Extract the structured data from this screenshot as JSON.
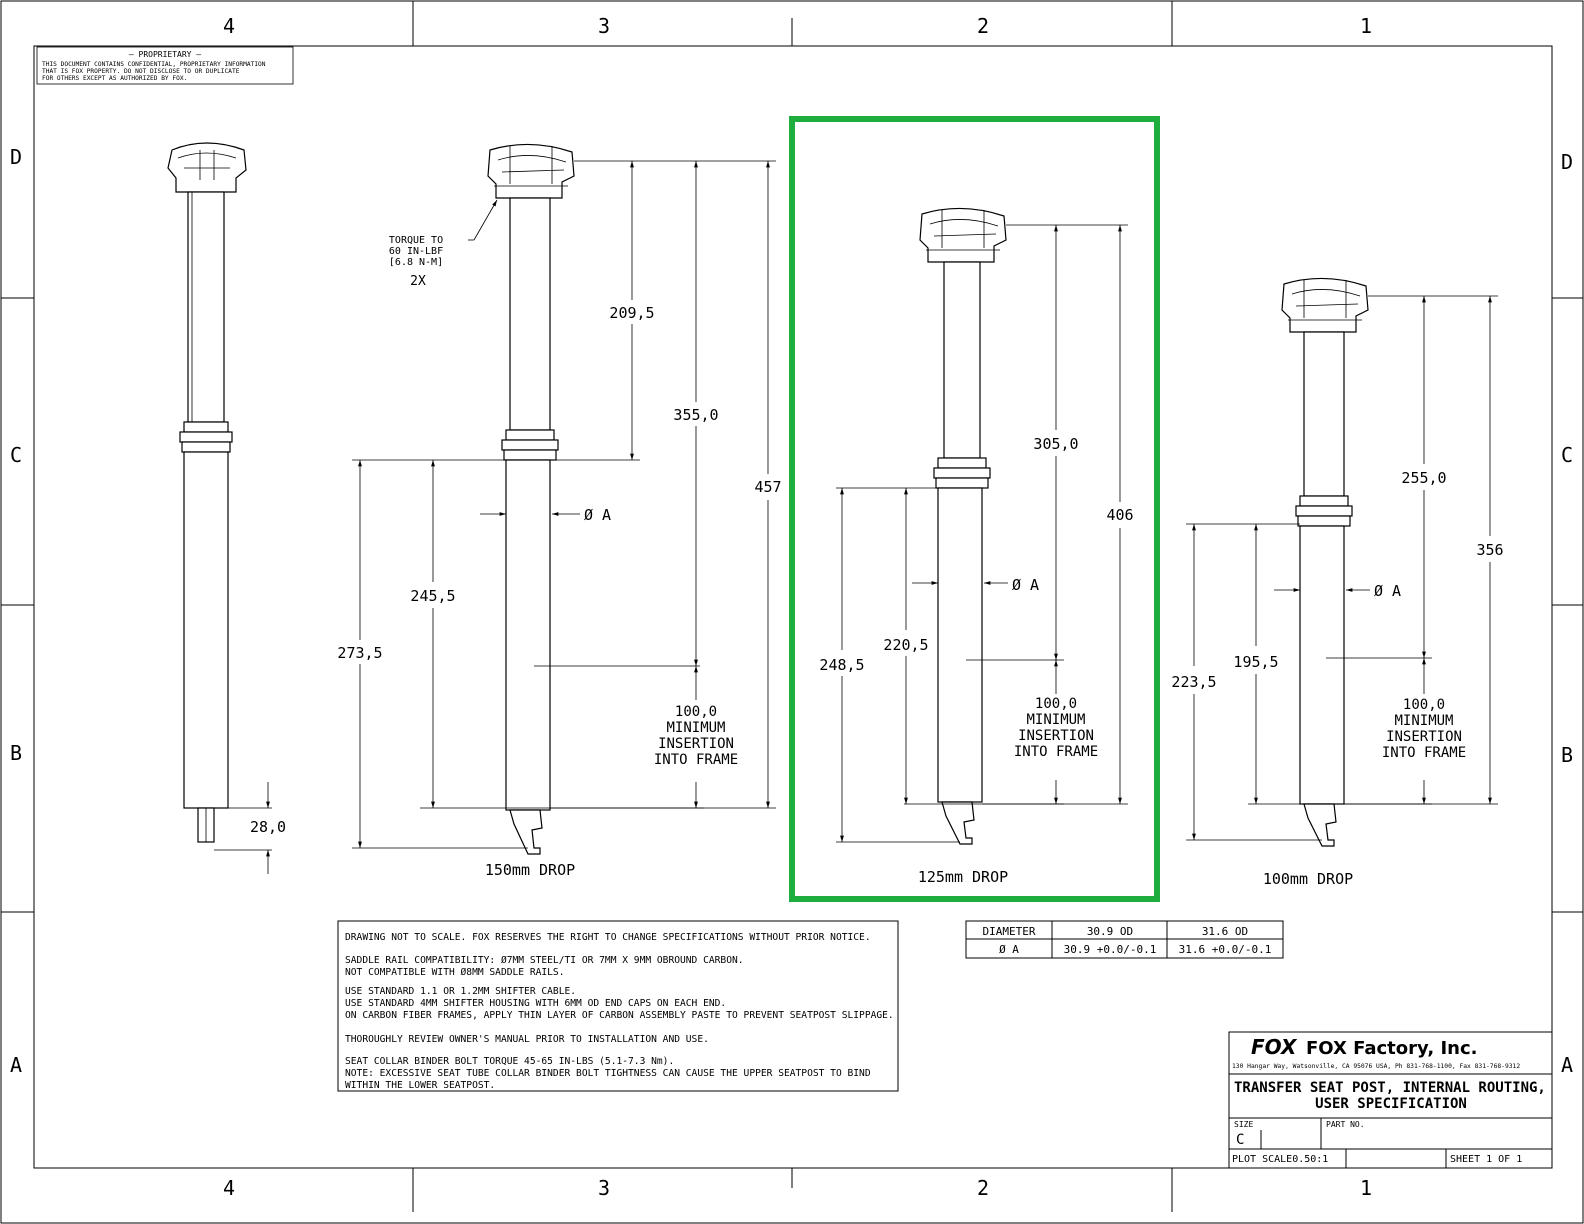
{
  "zones": {
    "columns": [
      "4",
      "3",
      "2",
      "1"
    ],
    "rows": [
      "D",
      "C",
      "B",
      "A"
    ]
  },
  "proprietary": {
    "title": "— PROPRIETARY —",
    "lines": [
      "THIS DOCUMENT CONTAINS CONFIDENTIAL, PROPRIETARY INFORMATION",
      "THAT IS FOX PROPERTY.  DO NOT DISCLOSE TO OR DUPLICATE",
      "FOR OTHERS EXCEPT AS AUTHORIZED BY FOX."
    ]
  },
  "torque_note": [
    "TORQUE TO",
    "60 IN-LBF",
    "[6.8 N-M]",
    "2X"
  ],
  "views": {
    "v150": {
      "label": "150mm DROP",
      "dims": {
        "top": "209,5",
        "overall": "355,0",
        "total": "457",
        "lower": "245,5",
        "insert": "273,5",
        "dia": "Ø A"
      },
      "insertion": [
        "100,0",
        "MINIMUM",
        "INSERTION",
        "INTO FRAME"
      ]
    },
    "v125": {
      "label": "125mm DROP",
      "dims": {
        "top": "305,0",
        "total": "406",
        "lower": "220,5",
        "insert": "248,5",
        "dia": "Ø A"
      },
      "insertion": [
        "100,0",
        "MINIMUM",
        "INSERTION",
        "INTO FRAME"
      ]
    },
    "v100": {
      "label": "100mm DROP",
      "dims": {
        "top": "255,0",
        "total": "356",
        "lower": "195,5",
        "insert": "223,5",
        "dia": "Ø A"
      },
      "insertion": [
        "100,0",
        "MINIMUM",
        "INSERTION",
        "INTO FRAME"
      ]
    },
    "left": {
      "dims": {
        "bottom": "28,0"
      }
    }
  },
  "notes": [
    "DRAWING NOT TO SCALE.  FOX RESERVES THE RIGHT TO CHANGE SPECIFICATIONS WITHOUT PRIOR NOTICE.",
    "SADDLE RAIL COMPATIBILITY: Ø7MM STEEL/TI OR 7MM X 9MM OBROUND CARBON.",
    "NOT COMPATIBLE WITH Ø8MM SADDLE RAILS.",
    "USE STANDARD 1.1 OR 1.2MM SHIFTER CABLE.",
    "USE STANDARD 4MM SHIFTER HOUSING WITH 6MM OD END CAPS ON EACH END.",
    "ON CARBON FIBER FRAMES, APPLY THIN LAYER OF CARBON ASSEMBLY PASTE TO PREVENT SEATPOST SLIPPAGE.",
    "THOROUGHLY REVIEW OWNER'S MANUAL PRIOR TO INSTALLATION AND USE.",
    "SEAT COLLAR BINDER BOLT TORQUE 45-65 IN-LBS (5.1-7.3 Nm).",
    "NOTE: EXCESSIVE SEAT TUBE COLLAR BINDER BOLT TIGHTNESS CAN CAUSE THE UPPER SEATPOST TO BIND",
    "WITHIN THE LOWER SEATPOST."
  ],
  "diameter_table": {
    "headers": [
      "DIAMETER",
      "30.9 OD",
      "31.6 OD"
    ],
    "row": [
      "Ø A",
      "30.9 +0.0/-0.1",
      "31.6 +0.0/-0.1"
    ]
  },
  "title_block": {
    "logo": "FOX",
    "company": "FOX Factory, Inc.",
    "address": "130 Hangar Way, Watsonville, CA 95076 USA, Ph 831-768-1100, Fax 831-768-9312",
    "title_line1": "TRANSFER SEAT POST, INTERNAL ROUTING,",
    "title_line2": "USER SPECIFICATION",
    "size_label": "SIZE",
    "size_value": "C",
    "part_label": "PART NO.",
    "plot_scale": "PLOT SCALE0.50:1",
    "sheet": "SHEET 1 OF 1"
  },
  "colors": {
    "highlight": "#1fad3e"
  }
}
